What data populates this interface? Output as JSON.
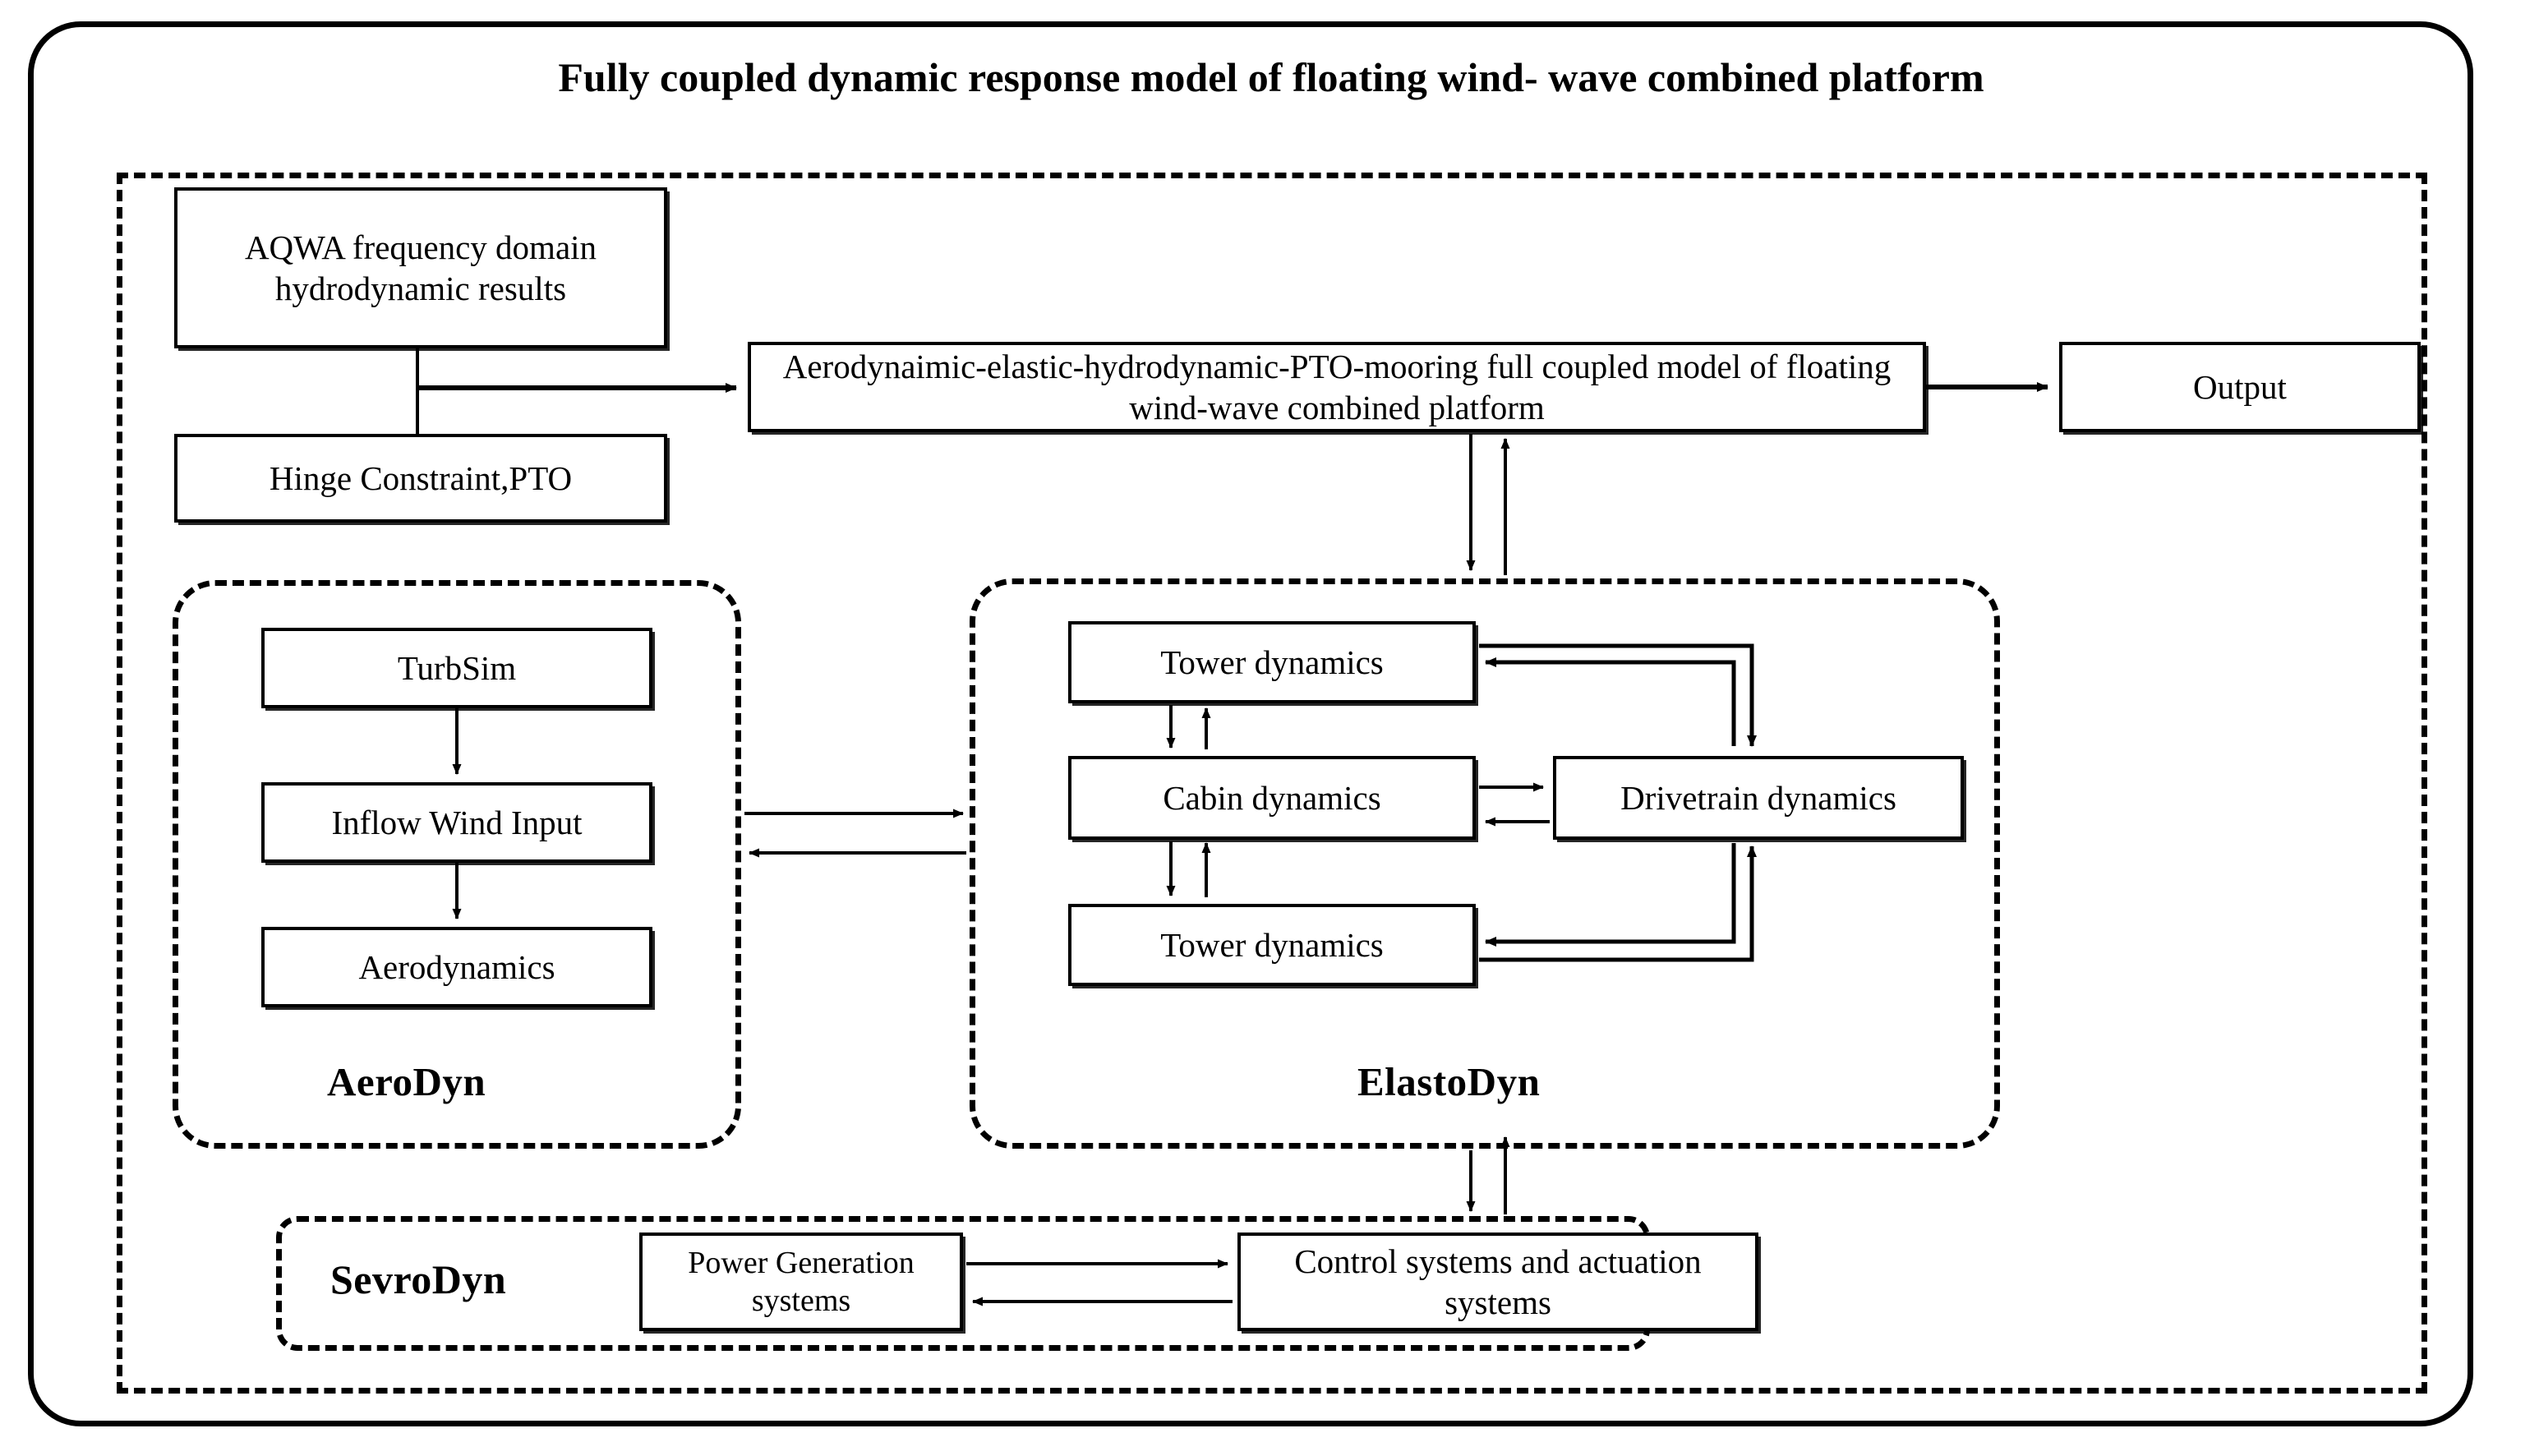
{
  "diagram": {
    "title_line1": "Fully coupled dynamic response model of floating wind-",
    "title_line2": "wave combined platform",
    "nodes": {
      "aqwa": "AQWA frequency domain hydrodynamic results",
      "hinge": "Hinge Constraint,PTO",
      "coupled_model": "Aerodynaimic-elastic-hydrodynamic-PTO-mooring full coupled model of floating wind-wave combined platform",
      "output": "Output",
      "turbsim": "TurbSim",
      "inflow_wind": "Inflow Wind Input",
      "aerodynamics": "Aerodynamics",
      "tower_dynamics_top": "Tower dynamics",
      "cabin_dynamics": "Cabin dynamics",
      "tower_dynamics_bottom": "Tower dynamics",
      "drivetrain_dynamics": "Drivetrain dynamics",
      "power_generation": "Power Generation systems",
      "control_actuation": "Control systems and actuation systems"
    },
    "groups": {
      "aerodyn": "AeroDyn",
      "elastodyn": "ElastoDyn",
      "sevrodyn": "SevroDyn"
    },
    "colors": {
      "stroke": "#000000",
      "background": "#ffffff",
      "thin_stroke": "#333333"
    },
    "connections": [
      {
        "from": "aqwa",
        "to": "coupled_model",
        "style": "solid-arrow"
      },
      {
        "from": "hinge",
        "to": "coupled_model",
        "style": "solid-arrow"
      },
      {
        "from": "coupled_model",
        "to": "output",
        "style": "solid-arrow"
      },
      {
        "from": "coupled_model",
        "to": "elastodyn",
        "style": "arrow-down"
      },
      {
        "from": "elastodyn",
        "to": "coupled_model",
        "style": "arrow-up"
      },
      {
        "from": "turbsim",
        "to": "inflow_wind",
        "style": "arrow-down"
      },
      {
        "from": "inflow_wind",
        "to": "aerodynamics",
        "style": "arrow-down"
      },
      {
        "from": "aerodyn",
        "to": "elastodyn",
        "style": "arrow-right"
      },
      {
        "from": "elastodyn",
        "to": "aerodyn",
        "style": "arrow-left"
      },
      {
        "from": "tower_dynamics_top",
        "to": "cabin_dynamics",
        "style": "arrow-down"
      },
      {
        "from": "cabin_dynamics",
        "to": "tower_dynamics_top",
        "style": "arrow-up"
      },
      {
        "from": "cabin_dynamics",
        "to": "tower_dynamics_bottom",
        "style": "arrow-down"
      },
      {
        "from": "tower_dynamics_bottom",
        "to": "cabin_dynamics",
        "style": "arrow-up"
      },
      {
        "from": "cabin_dynamics",
        "to": "drivetrain_dynamics",
        "style": "arrow-right"
      },
      {
        "from": "drivetrain_dynamics",
        "to": "cabin_dynamics",
        "style": "arrow-left"
      },
      {
        "from": "tower_dynamics_top",
        "to": "drivetrain_dynamics",
        "style": "elbow"
      },
      {
        "from": "drivetrain_dynamics",
        "to": "tower_dynamics_top",
        "style": "elbow"
      },
      {
        "from": "tower_dynamics_bottom",
        "to": "drivetrain_dynamics",
        "style": "elbow"
      },
      {
        "from": "drivetrain_dynamics",
        "to": "tower_dynamics_bottom",
        "style": "elbow"
      },
      {
        "from": "elastodyn",
        "to": "sevrodyn",
        "style": "arrow-down"
      },
      {
        "from": "sevrodyn",
        "to": "elastodyn",
        "style": "arrow-up"
      },
      {
        "from": "power_generation",
        "to": "control_actuation",
        "style": "arrow-right"
      },
      {
        "from": "control_actuation",
        "to": "power_generation",
        "style": "arrow-left"
      }
    ]
  }
}
